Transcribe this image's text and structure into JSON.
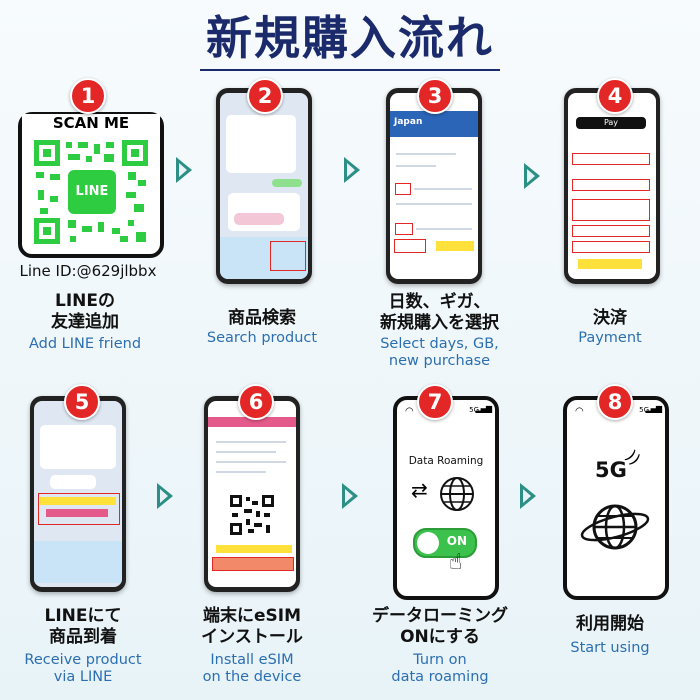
{
  "title": "新規購入流れ",
  "steps": [
    {
      "num": "1",
      "jp1": "LINEの",
      "jp2": "友達追加",
      "en1": "Add LINE friend",
      "en2": "",
      "scan": "SCAN ME",
      "qr_label": "LINE",
      "line_id": "Line ID:@629jlbbx"
    },
    {
      "num": "2",
      "jp1": "商品検索",
      "jp2": "",
      "en1": "Search product",
      "en2": ""
    },
    {
      "num": "3",
      "jp1": "日数、ギガ、",
      "jp2": "新規購入を選択",
      "en1": "Select days, GB,",
      "en2": "new purchase",
      "screen_heading": "Japan"
    },
    {
      "num": "4",
      "jp1": "決済",
      "jp2": "",
      "en1": "Payment",
      "en2": "",
      "screen_pay": "Pay"
    },
    {
      "num": "5",
      "jp1": "LINEにて",
      "jp2": "商品到着",
      "en1": "Receive product",
      "en2": "via LINE"
    },
    {
      "num": "6",
      "jp1": "端末にeSIM",
      "jp2": "インストール",
      "en1": "Install eSIM",
      "en2": "on the device"
    },
    {
      "num": "7",
      "jp1": "データローミング",
      "jp2": "ONにする",
      "en1": "Turn on",
      "en2": "data roaming",
      "screen_label": "Data Roaming",
      "toggle": "ON",
      "signal": "5G"
    },
    {
      "num": "8",
      "jp1": "利用開始",
      "jp2": "",
      "en1": "Start using",
      "en2": "",
      "screen_label": "5G",
      "signal": "5G"
    }
  ],
  "colors": {
    "title": "#1b2a6b",
    "badge": "#e32626",
    "arrow": "#2b8f86",
    "en": "#2c6fb0",
    "line_green": "#2ecc40",
    "toggle": "#3cc24c"
  }
}
